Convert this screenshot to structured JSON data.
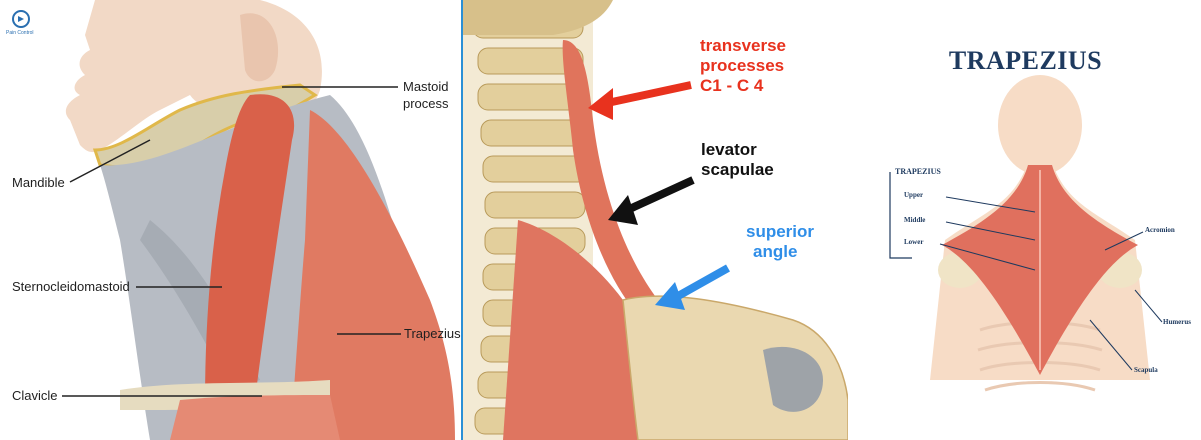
{
  "panel1": {
    "logo_text": "Pain Control",
    "labels": {
      "mastoid_line1": "Mastoid",
      "mastoid_line2": "process",
      "mandible": "Mandible",
      "sternocleidomastoid": "Sternocleidomastoid",
      "trapezius": "Trapezius",
      "clavicle": "Clavicle"
    }
  },
  "panel2": {
    "labels": {
      "transverse_line1": "transverse",
      "transverse_line2": "processes",
      "transverse_line3": "C1 - C 4",
      "levator_line1": "levator",
      "levator_line2": "scapulae",
      "superior_line1": "superior",
      "superior_line2": "angle"
    },
    "colors": {
      "transverse": "#e8321e",
      "levator": "#111111",
      "superior": "#2f8ee8"
    }
  },
  "panel3": {
    "title": "TRAPEZIUS",
    "legend_title": "TRAPEZIUS",
    "legend_items": [
      "Upper",
      "Middle",
      "Lower"
    ],
    "right_labels": {
      "acromion": "Acromion",
      "humerus": "Humerus",
      "scapula": "Scapula"
    },
    "colors": {
      "title": "#1e3a5f",
      "muscle": "#e0705e"
    }
  }
}
